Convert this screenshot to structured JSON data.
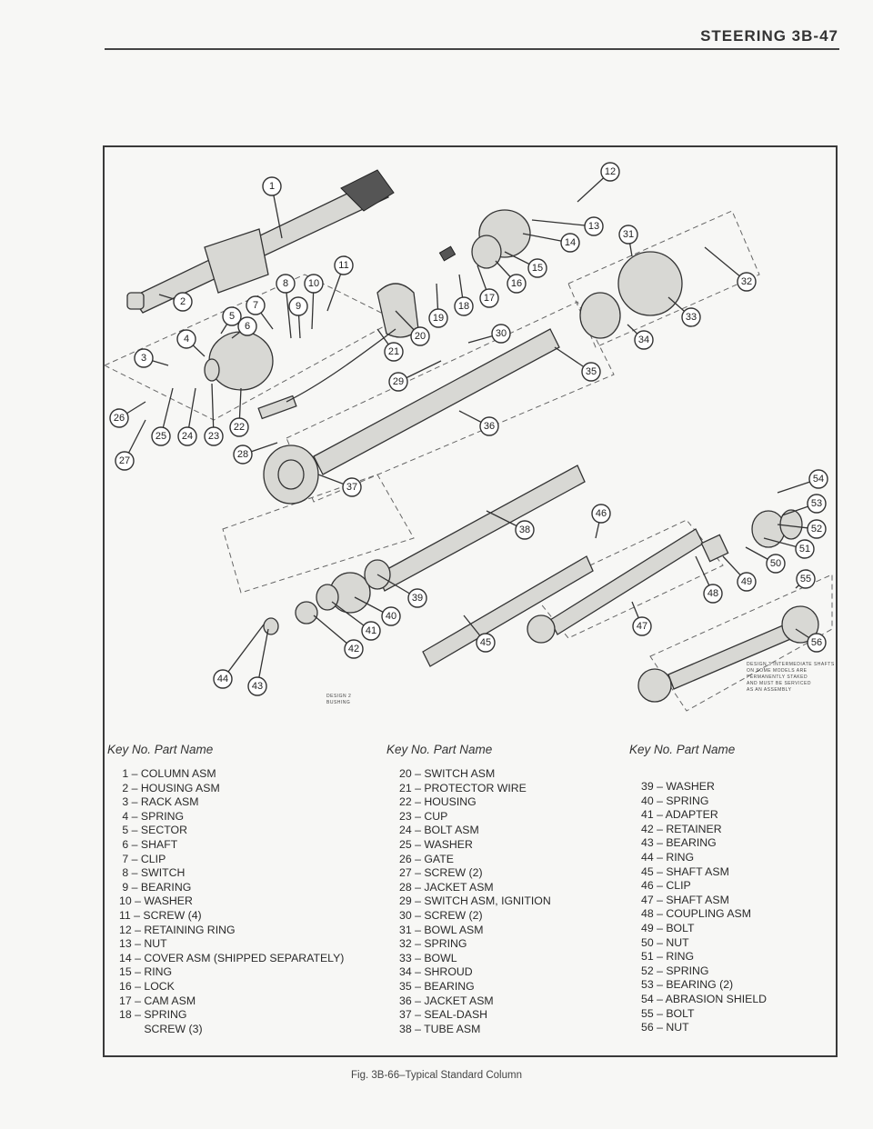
{
  "header": {
    "title": "STEERING 3B-47"
  },
  "figure": {
    "caption": "Fig. 3B-66–Typical Standard Column",
    "callouts": [
      "1",
      "2",
      "3",
      "4",
      "5",
      "6",
      "7",
      "8",
      "9",
      "10",
      "11",
      "12",
      "13",
      "14",
      "15",
      "16",
      "17",
      "18",
      "19",
      "20",
      "21",
      "22",
      "23",
      "24",
      "25",
      "26",
      "27",
      "28",
      "29",
      "30",
      "31",
      "32",
      "33",
      "34",
      "35",
      "36",
      "37",
      "38",
      "39",
      "40",
      "41",
      "42",
      "43",
      "44",
      "45",
      "46",
      "47",
      "48",
      "49",
      "50",
      "51",
      "52",
      "53",
      "54",
      "55",
      "56"
    ],
    "note_bushing": [
      "DESIGN 2",
      "BUSHING"
    ],
    "note_shafts": [
      "DESIGN 3 INTERMEDIATE SHAFTS",
      "ON SOME MODELS ARE",
      "PERMANENTLY STAKED",
      "AND MUST BE SERVICED",
      "AS AN ASSEMBLY"
    ]
  },
  "key": {
    "heading": "Key No.   Part Name",
    "col1": [
      " 1 – COLUMN ASM",
      " 2 – HOUSING ASM",
      " 3 – RACK ASM",
      " 4 – SPRING",
      " 5 – SECTOR",
      " 6 – SHAFT",
      " 7 – CLIP",
      " 8 – SWITCH",
      " 9 – BEARING",
      "10 – WASHER",
      "11 – SCREW (4)",
      "12 – RETAINING RING",
      "13 – NUT",
      "14 – COVER ASM (SHIPPED SEPARATELY)",
      "15 – RING",
      "16 – LOCK",
      "17 – CAM ASM",
      "18 – SPRING",
      "        SCREW (3)"
    ],
    "col2": [
      "20 – SWITCH ASM",
      "21 – PROTECTOR WIRE",
      "22 – HOUSING",
      "23 – CUP",
      "24 – BOLT ASM",
      "25 – WASHER",
      "26 – GATE",
      "27 – SCREW (2)",
      "28 – JACKET ASM",
      "29 – SWITCH ASM, IGNITION",
      "30 – SCREW (2)",
      "31 – BOWL ASM",
      "32 – SPRING",
      "33 – BOWL",
      "34 – SHROUD",
      "35 – BEARING",
      "36 – JACKET ASM",
      "37 – SEAL-DASH",
      "38 – TUBE ASM"
    ],
    "col3": [
      "39 – WASHER",
      "40 – SPRING",
      "41 – ADAPTER",
      "42 – RETAINER",
      "43 – BEARING",
      "44 – RING",
      "45 – SHAFT ASM",
      "46 – CLIP",
      "47 – SHAFT ASM",
      "48 – COUPLING ASM",
      "49 – BOLT",
      "50 – NUT",
      "51 – RING",
      "52 – SPRING",
      "53 – BEARING (2)",
      "54 – ABRASION SHIELD",
      "55 – BOLT",
      "56 – NUT"
    ]
  }
}
